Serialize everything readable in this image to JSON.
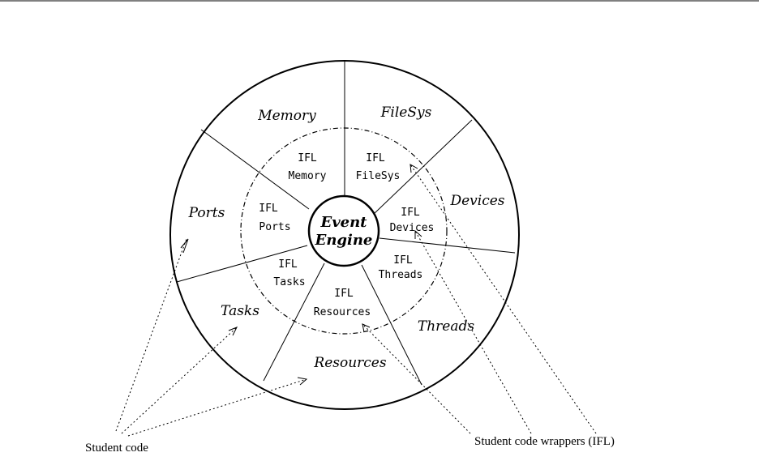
{
  "diagram": {
    "center": {
      "line1": "Event",
      "line2": "Engine"
    },
    "outer_sections": [
      "Memory",
      "FileSys",
      "Devices",
      "Threads",
      "Resources",
      "Tasks",
      "Ports"
    ],
    "inner_sections": [
      {
        "line1": "IFL",
        "line2": "Memory"
      },
      {
        "line1": "IFL",
        "line2": "FileSys"
      },
      {
        "line1": "IFL",
        "line2": "Devices"
      },
      {
        "line1": "IFL",
        "line2": "Threads"
      },
      {
        "line1": "IFL",
        "line2": "Resources"
      },
      {
        "line1": "IFL",
        "line2": "Tasks"
      },
      {
        "line1": "IFL",
        "line2": "Ports"
      }
    ],
    "captions": {
      "student_code": "Student code",
      "student_code_wrappers": "Student code wrappers (IFL)"
    }
  }
}
